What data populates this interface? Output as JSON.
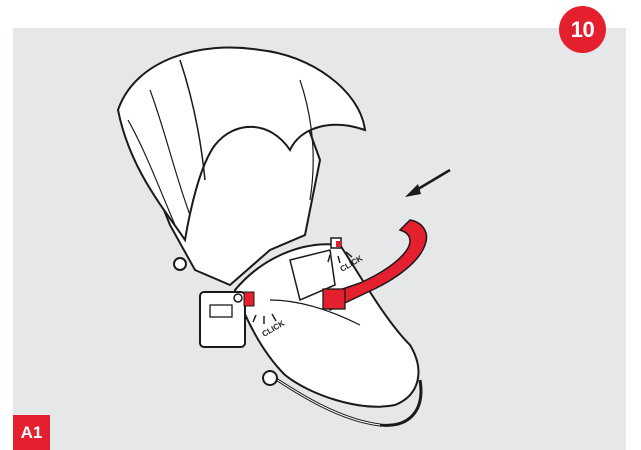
{
  "step": {
    "number": "10"
  },
  "model_tag": {
    "label": "A1"
  },
  "illustration": {
    "click_labels": [
      "CLICK",
      "CLICK"
    ],
    "colors": {
      "background_panel": "#e6e7e8",
      "accent_red": "#e5202e",
      "outline": "#1a1a1a",
      "fill": "#ffffff"
    },
    "icons": [
      "arrow-icon",
      "bumper-bar-icon",
      "seat-unit-icon"
    ]
  }
}
